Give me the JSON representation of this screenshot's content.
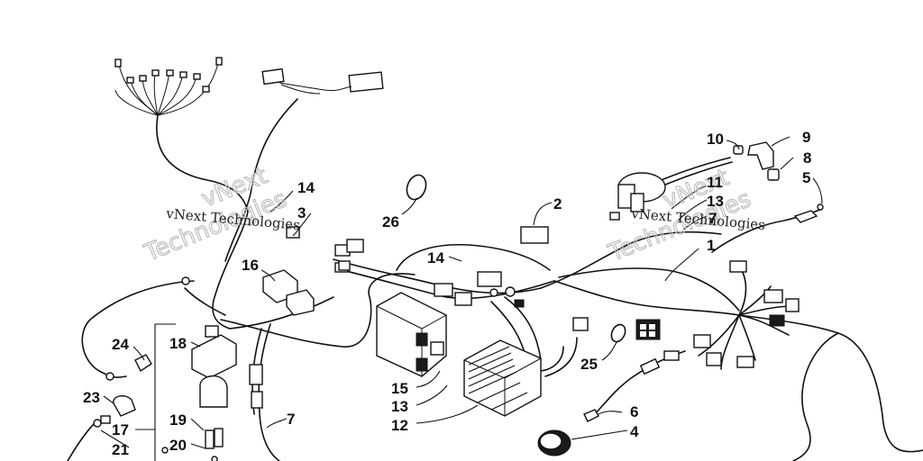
{
  "watermark": {
    "text_left": "vNext Technologies",
    "text_right": "vNext Technologies",
    "big_left_line1": "vNext",
    "big_left_line2": "Technologies",
    "big_right_line1": "vNext",
    "big_right_line2": "Technologies"
  },
  "callouts": {
    "c1": "1",
    "c2": "2",
    "c3": "3",
    "c4": "4",
    "c5": "5",
    "c6": "6",
    "c7": "7",
    "c7b": "7",
    "c8": "8",
    "c9": "9",
    "c10": "10",
    "c11": "11",
    "c12": "12",
    "c13a": "13",
    "c13b": "13",
    "c14a": "14",
    "c14b": "14",
    "c15": "15",
    "c16": "16",
    "c17": "17",
    "c18": "18",
    "c19": "19",
    "c20": "20",
    "c21": "21",
    "c23": "23",
    "c24": "24",
    "c25": "25",
    "c26": "26"
  }
}
